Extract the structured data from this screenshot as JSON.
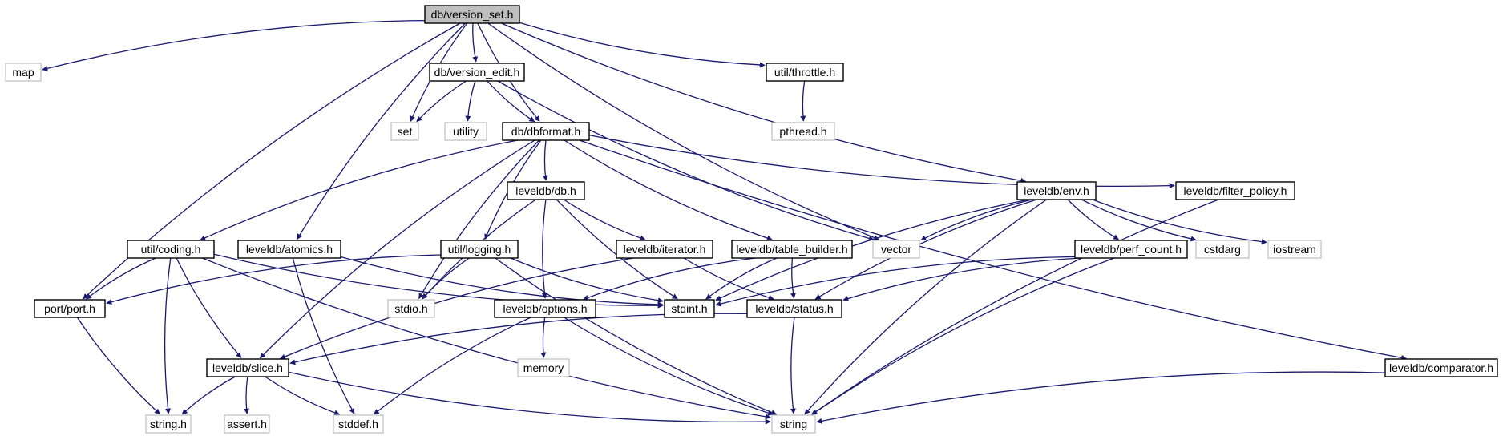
{
  "graph": {
    "nodes": [
      {
        "id": "version_set",
        "label": "db/version_set.h",
        "kind": "root"
      },
      {
        "id": "map",
        "label": "map",
        "kind": "external"
      },
      {
        "id": "port",
        "label": "port/port.h",
        "kind": "internal"
      },
      {
        "id": "set",
        "label": "set",
        "kind": "external"
      },
      {
        "id": "version_edit",
        "label": "db/version_edit.h",
        "kind": "internal"
      },
      {
        "id": "utility",
        "label": "utility",
        "kind": "external"
      },
      {
        "id": "dbformat",
        "label": "db/dbformat.h",
        "kind": "internal"
      },
      {
        "id": "throttle",
        "label": "util/throttle.h",
        "kind": "internal"
      },
      {
        "id": "pthread",
        "label": "pthread.h",
        "kind": "external"
      },
      {
        "id": "atomics",
        "label": "leveldb/atomics.h",
        "kind": "internal"
      },
      {
        "id": "coding",
        "label": "util/coding.h",
        "kind": "internal"
      },
      {
        "id": "db",
        "label": "leveldb/db.h",
        "kind": "internal"
      },
      {
        "id": "logging",
        "label": "util/logging.h",
        "kind": "internal"
      },
      {
        "id": "iterator",
        "label": "leveldb/iterator.h",
        "kind": "internal"
      },
      {
        "id": "table_builder",
        "label": "leveldb/table_builder.h",
        "kind": "internal"
      },
      {
        "id": "vector",
        "label": "vector",
        "kind": "external"
      },
      {
        "id": "env",
        "label": "leveldb/env.h",
        "kind": "internal"
      },
      {
        "id": "filter_policy",
        "label": "leveldb/filter_policy.h",
        "kind": "internal"
      },
      {
        "id": "cstdarg",
        "label": "cstdarg",
        "kind": "external"
      },
      {
        "id": "iostream",
        "label": "iostream",
        "kind": "external"
      },
      {
        "id": "perf_count",
        "label": "leveldb/perf_count.h",
        "kind": "internal"
      },
      {
        "id": "stdio",
        "label": "stdio.h",
        "kind": "external"
      },
      {
        "id": "options",
        "label": "leveldb/options.h",
        "kind": "internal"
      },
      {
        "id": "stdint",
        "label": "stdint.h",
        "kind": "internal"
      },
      {
        "id": "status",
        "label": "leveldb/status.h",
        "kind": "internal"
      },
      {
        "id": "slice",
        "label": "leveldb/slice.h",
        "kind": "internal"
      },
      {
        "id": "memory",
        "label": "memory",
        "kind": "external"
      },
      {
        "id": "comparator",
        "label": "leveldb/comparator.h",
        "kind": "internal"
      },
      {
        "id": "string_h",
        "label": "string.h",
        "kind": "external"
      },
      {
        "id": "assert",
        "label": "assert.h",
        "kind": "external"
      },
      {
        "id": "stddef",
        "label": "stddef.h",
        "kind": "external"
      },
      {
        "id": "string",
        "label": "string",
        "kind": "external"
      }
    ],
    "edges": [
      [
        "version_set",
        "map"
      ],
      [
        "version_set",
        "port"
      ],
      [
        "version_set",
        "set"
      ],
      [
        "version_set",
        "version_edit"
      ],
      [
        "version_set",
        "dbformat"
      ],
      [
        "version_set",
        "throttle"
      ],
      [
        "version_set",
        "atomics"
      ],
      [
        "version_set",
        "vector"
      ],
      [
        "version_set",
        "env"
      ],
      [
        "version_edit",
        "set"
      ],
      [
        "version_edit",
        "utility"
      ],
      [
        "version_edit",
        "dbformat"
      ],
      [
        "version_edit",
        "vector"
      ],
      [
        "throttle",
        "pthread"
      ],
      [
        "dbformat",
        "coding"
      ],
      [
        "dbformat",
        "slice"
      ],
      [
        "dbformat",
        "stdio"
      ],
      [
        "dbformat",
        "logging"
      ],
      [
        "dbformat",
        "db"
      ],
      [
        "dbformat",
        "table_builder"
      ],
      [
        "dbformat",
        "filter_policy"
      ],
      [
        "dbformat",
        "comparator"
      ],
      [
        "db",
        "stdio"
      ],
      [
        "db",
        "options"
      ],
      [
        "db",
        "iterator"
      ],
      [
        "db",
        "stdint"
      ],
      [
        "coding",
        "port"
      ],
      [
        "coding",
        "slice"
      ],
      [
        "coding",
        "string_h"
      ],
      [
        "coding",
        "stdint"
      ],
      [
        "coding",
        "string"
      ],
      [
        "atomics",
        "stddef"
      ],
      [
        "atomics",
        "stdint"
      ],
      [
        "logging",
        "port"
      ],
      [
        "logging",
        "stdio"
      ],
      [
        "logging",
        "stdint"
      ],
      [
        "logging",
        "string"
      ],
      [
        "iterator",
        "slice"
      ],
      [
        "iterator",
        "status"
      ],
      [
        "table_builder",
        "options"
      ],
      [
        "table_builder",
        "status"
      ],
      [
        "table_builder",
        "stdint"
      ],
      [
        "env",
        "vector"
      ],
      [
        "env",
        "cstdarg"
      ],
      [
        "env",
        "iostream"
      ],
      [
        "env",
        "perf_count"
      ],
      [
        "env",
        "stdint"
      ],
      [
        "env",
        "status"
      ],
      [
        "env",
        "string"
      ],
      [
        "perf_count",
        "stdint"
      ],
      [
        "perf_count",
        "status"
      ],
      [
        "perf_count",
        "string"
      ],
      [
        "filter_policy",
        "string"
      ],
      [
        "port",
        "string_h"
      ],
      [
        "options",
        "memory"
      ],
      [
        "options",
        "stddef"
      ],
      [
        "options",
        "string"
      ],
      [
        "status",
        "slice"
      ],
      [
        "status",
        "string"
      ],
      [
        "slice",
        "string_h"
      ],
      [
        "slice",
        "assert"
      ],
      [
        "slice",
        "stddef"
      ],
      [
        "slice",
        "string"
      ],
      [
        "comparator",
        "string"
      ]
    ]
  },
  "colors": {
    "edge": "#191970",
    "internal_border": "#000000",
    "external_border": "#bfbfbf",
    "root_fill": "#bfbfbf",
    "node_fill": "#ffffff"
  }
}
